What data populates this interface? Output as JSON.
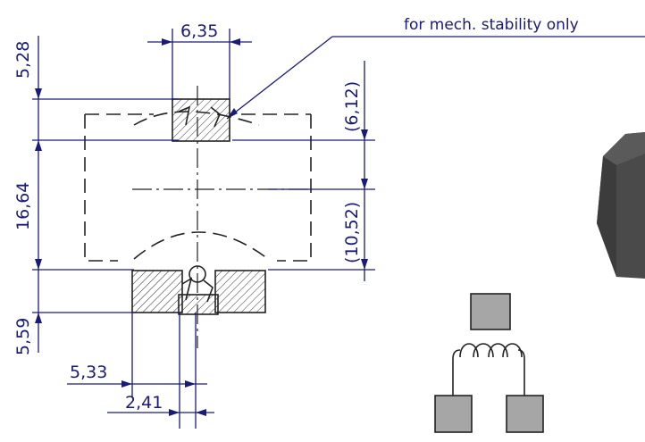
{
  "note": "for mech. stability only",
  "dimensions": {
    "top_width": "6,35",
    "top_pad_height": "5,28",
    "body_height": "16,64",
    "bottom_pad_height": "5,59",
    "right_upper": "(6,12)",
    "right_lower": "(10,52)",
    "bottom_offset": "5,33",
    "bottom_gap": "2,41"
  },
  "colors": {
    "dimension_line": "#1a1a78",
    "outline": "#222222",
    "pad_fill": "#a6a6a6",
    "component_body": "#4a4a4a"
  },
  "icons": [
    "inductor-schematic-symbol",
    "component-3d-view"
  ]
}
